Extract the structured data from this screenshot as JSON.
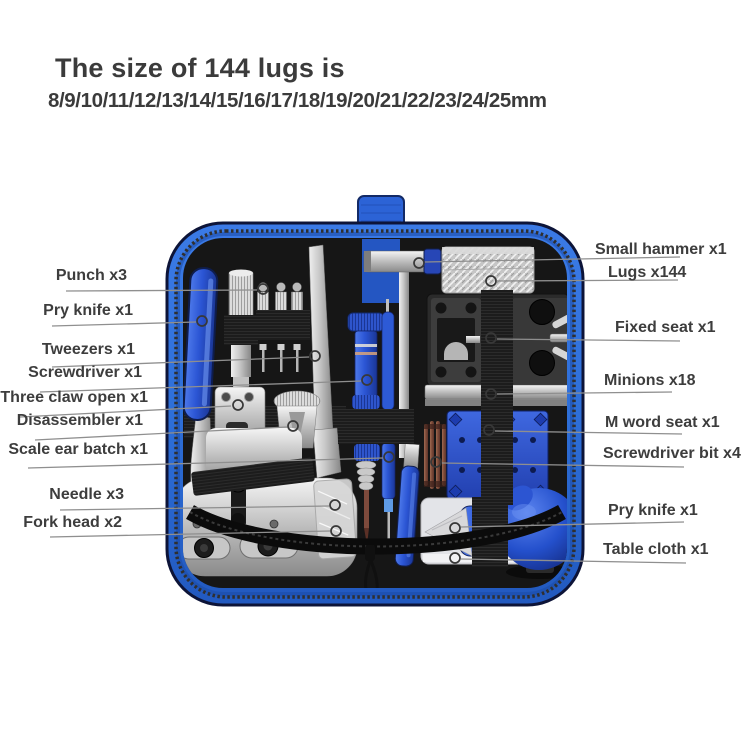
{
  "title": {
    "heading": "The size of 144 lugs is",
    "sizes": "8/9/10/11/12/13/14/15/16/17/18/19/20/21/22/23/24/25mm"
  },
  "labels": {
    "left": [
      "Punch x3",
      "Pry knife x1",
      "Tweezers x1",
      "Screwdriver x1",
      "Three claw open x1",
      "Disassembler x1",
      "Scale ear batch x1",
      "Needle x3",
      "Fork head x2"
    ],
    "right": [
      "Small hammer x1",
      "Lugs x144",
      "Fixed seat x1",
      "Minions x18",
      "M word seat x1",
      "Screwdriver bit x4",
      "Pry knife x1",
      "Table cloth x1"
    ]
  },
  "colors": {
    "background": "#ffffff",
    "case_blue": "#2e6fd8",
    "case_edge": "#0d1438",
    "interior_black": "#161616",
    "tool_blue": "#2b55d4",
    "tool_silver": "#c9c9c9",
    "bit_brown": "#8a5a48",
    "label_text": "#3d3d3d",
    "callout_line": "#8f8f8f",
    "callout_ring": "#383838"
  }
}
